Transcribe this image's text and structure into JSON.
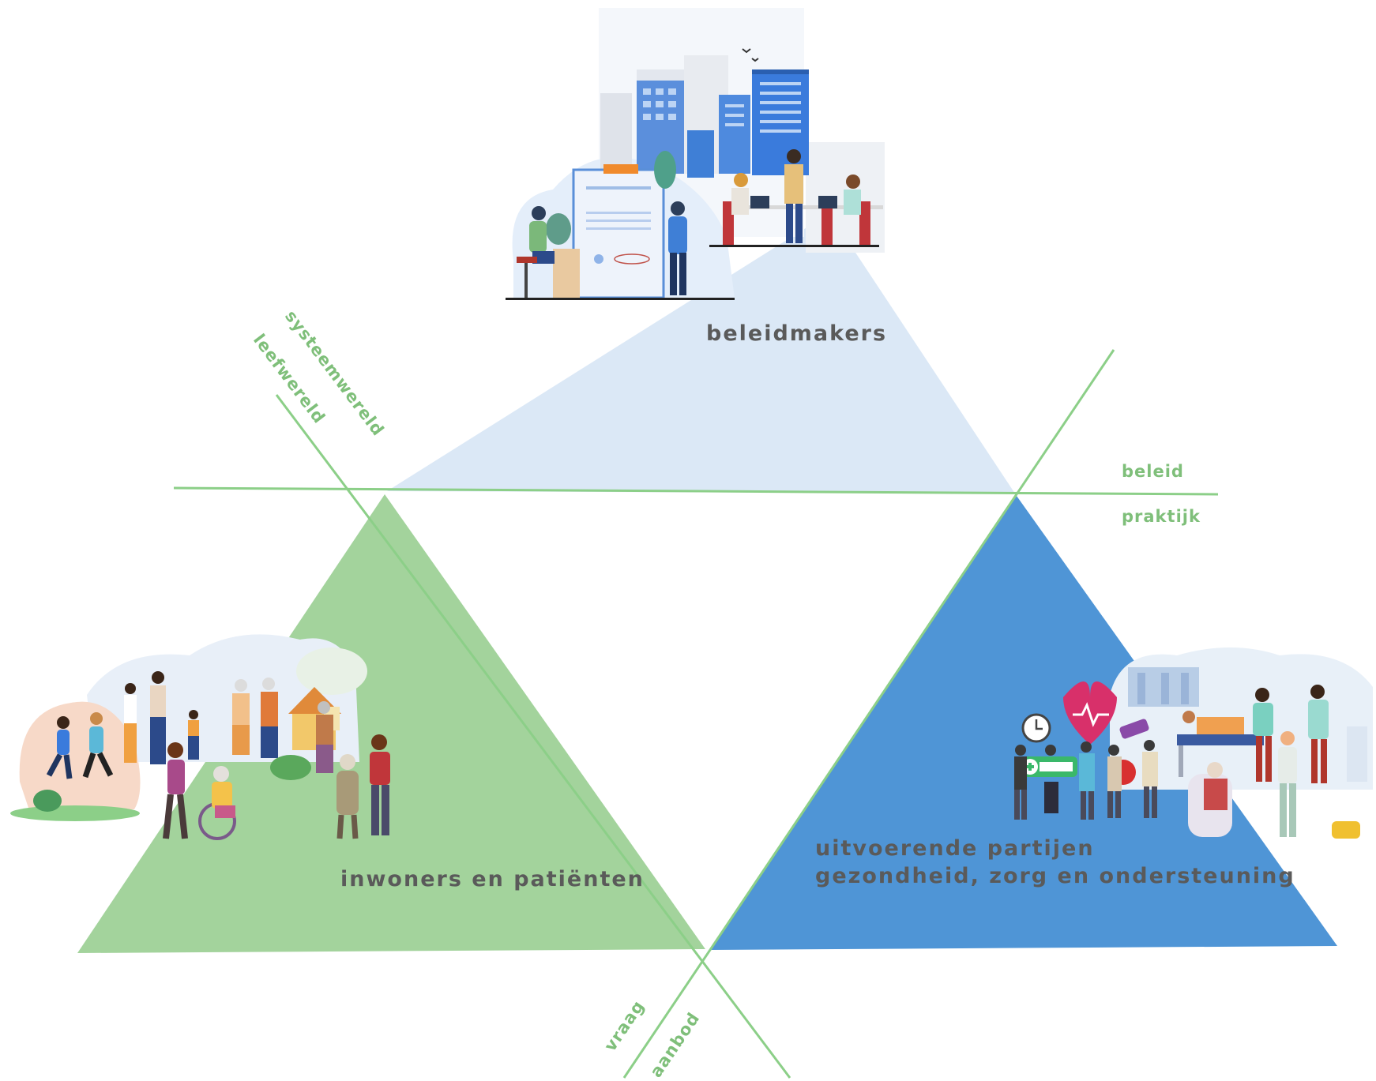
{
  "colors": {
    "top_triangle": "#dbe8f6",
    "left_triangle": "#a3d39c",
    "right_triangle": "#4f95d6",
    "divider_lines": "#8ccf88",
    "main_label": "#5a5a5a",
    "axis_label": "#7fbf7a"
  },
  "segments": {
    "top": {
      "label": "beleidmakers",
      "illustration": "office-policy-illustration"
    },
    "left": {
      "label": "inwoners en patiënten",
      "illustration": "community-residents-illustration"
    },
    "right": {
      "label_line1": "uitvoerende partijen",
      "label_line2": "gezondheid, zorg en ondersteuning",
      "illustration": "healthcare-workers-illustration"
    }
  },
  "axes": {
    "systeem_leef": {
      "upper": "systeemwereld",
      "lower": "leefwereld"
    },
    "beleid_praktijk": {
      "upper": "beleid",
      "lower": "praktijk"
    },
    "vraag_aanbod": {
      "left": "vraag",
      "right": "aanbod"
    }
  }
}
